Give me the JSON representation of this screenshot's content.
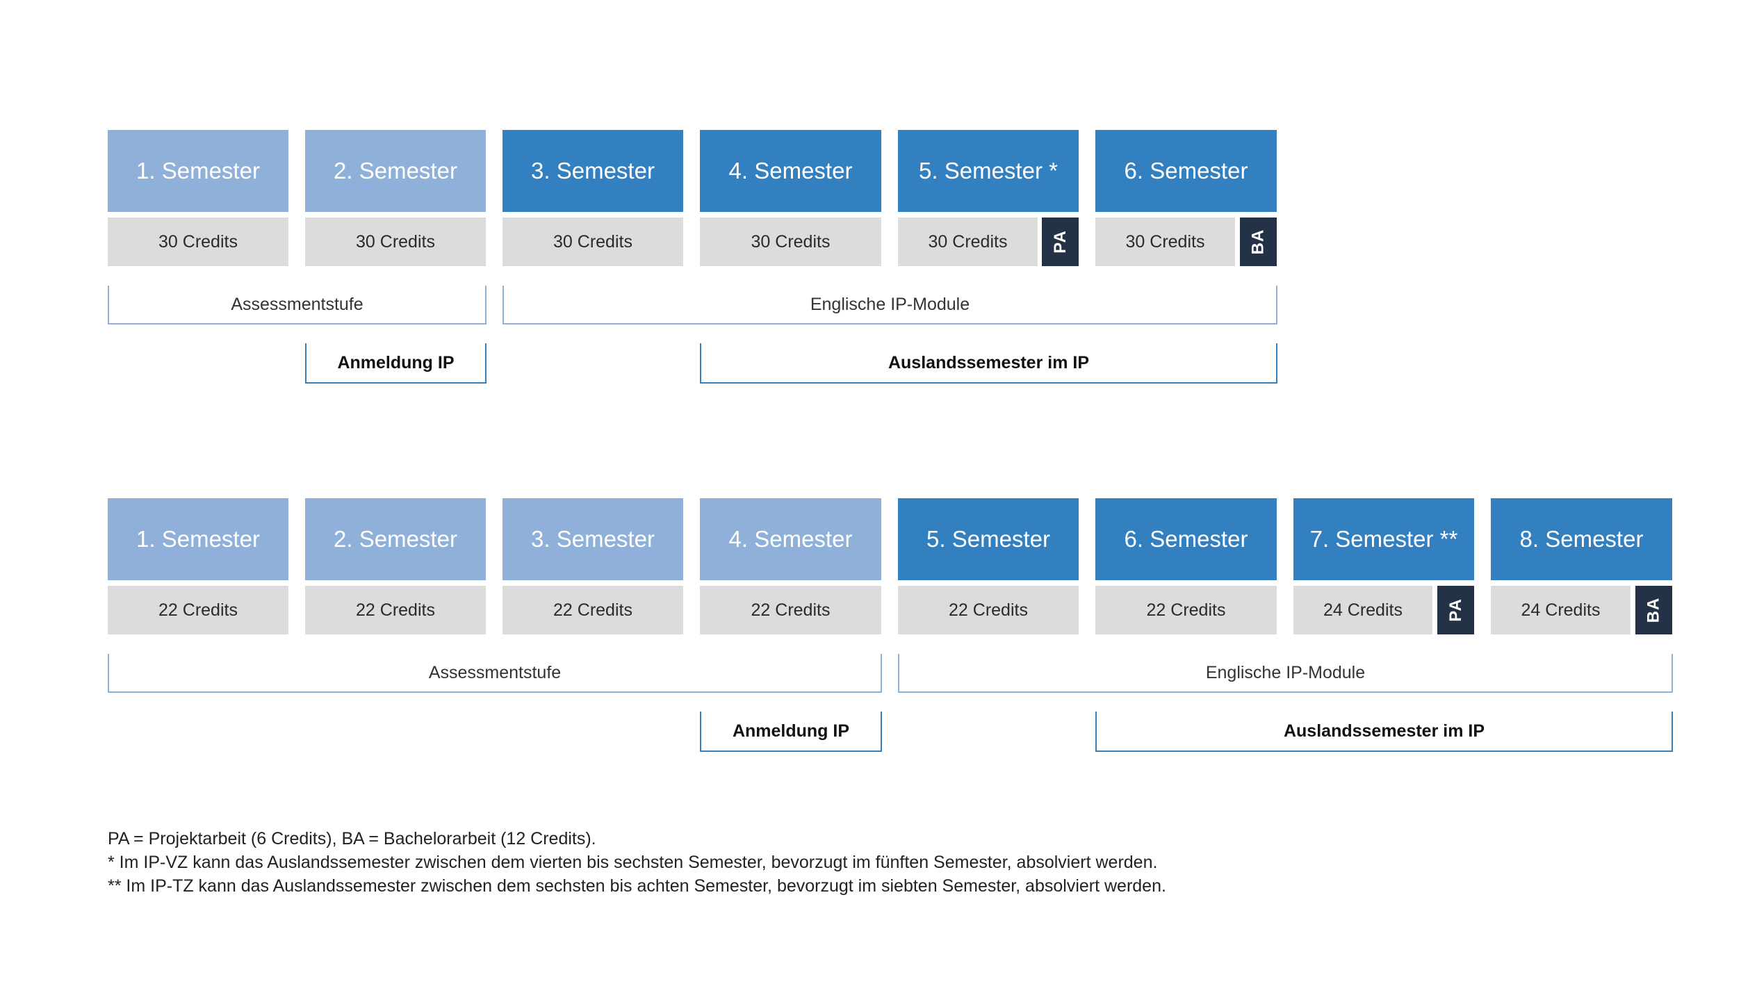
{
  "vz": {
    "semesters": [
      {
        "title": "1. Semester",
        "credits": "30 Credits"
      },
      {
        "title": "2. Semester",
        "credits": "30 Credits"
      },
      {
        "title": "3. Semester",
        "credits": "30 Credits"
      },
      {
        "title": "4. Semester",
        "credits": "30 Credits"
      },
      {
        "title": "5. Semester *",
        "credits": "30 Credits",
        "tag": "PA"
      },
      {
        "title": "6. Semester",
        "credits": "30 Credits",
        "tag": "BA"
      }
    ],
    "phases": [
      "Assessmentstufe",
      "Englische IP-Module"
    ],
    "events": [
      "Anmeldung IP",
      "Auslandssemester im IP"
    ]
  },
  "tz": {
    "semesters": [
      {
        "title": "1. Semester",
        "credits": "22 Credits"
      },
      {
        "title": "2. Semester",
        "credits": "22 Credits"
      },
      {
        "title": "3. Semester",
        "credits": "22 Credits"
      },
      {
        "title": "4. Semester",
        "credits": "22 Credits"
      },
      {
        "title": "5. Semester",
        "credits": "22 Credits"
      },
      {
        "title": "6. Semester",
        "credits": "22 Credits"
      },
      {
        "title": "7. Semester **",
        "credits": "24 Credits",
        "tag": "PA"
      },
      {
        "title": "8. Semester",
        "credits": "24 Credits",
        "tag": "BA"
      }
    ],
    "phases": [
      "Assessmentstufe",
      "Englische IP-Module"
    ],
    "events": [
      "Anmeldung IP",
      "Auslandssemester im IP"
    ]
  },
  "colors": {
    "light_blue": "#8eb0d9",
    "dark_blue": "#3380c1",
    "navy": "#233246",
    "grey": "#dcdcdc"
  },
  "footnotes": [
    "PA = Projektarbeit (6 Credits), BA = Bachelorarbeit (12 Credits).",
    "*  Im IP-VZ kann das Auslandssemester zwischen dem vierten bis sechsten Semester, bevorzugt im fünften Semester, absolviert werden.",
    "** Im IP-TZ kann das Auslandssemester zwischen dem sechsten bis achten Semester, bevorzugt im siebten Semester, absolviert werden."
  ]
}
